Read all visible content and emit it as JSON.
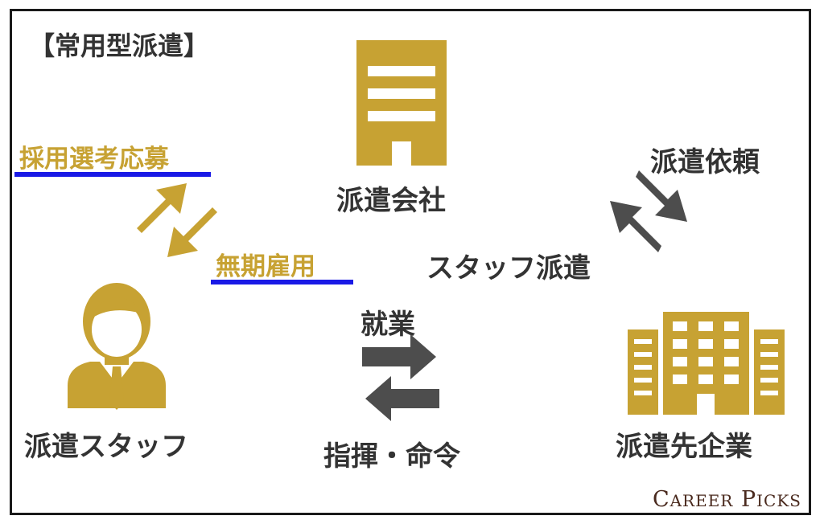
{
  "title": "【常用型派遣】",
  "nodes": {
    "agency": "派遣会社",
    "staff": "派遣スタッフ",
    "client": "派遣先企業"
  },
  "relations": {
    "recruit": "採用選考応募",
    "employment": "無期雇用",
    "request": "派遣依頼",
    "dispatch": "スタッフ派遣",
    "work": "就業",
    "instruction": "指揮・命令"
  },
  "brand": {
    "initial1": "C",
    "rest1": "AREER",
    "initial2": "P",
    "rest2": "ICKS"
  },
  "colors": {
    "gold": "#c7a233",
    "dark": "#333333",
    "arrow": "#4d4d4d",
    "underline": "#1919e6"
  }
}
